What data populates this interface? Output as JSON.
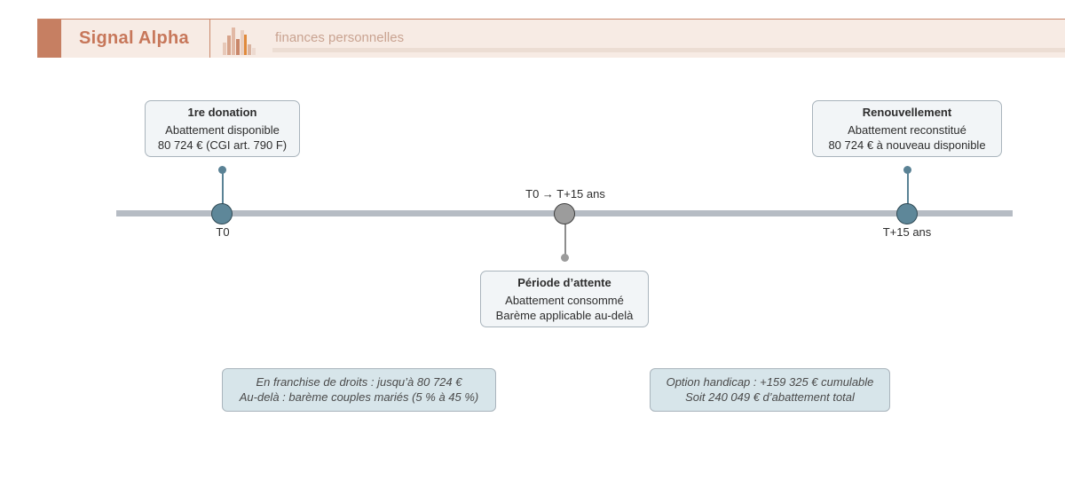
{
  "header": {
    "brand": "Signal Alpha",
    "tagline": "finances personnelles",
    "colors": {
      "banner_bg": "#f7ebe4",
      "accent": "#c67f62"
    }
  },
  "timeline": {
    "start_label": "T0",
    "middle_label": "T0 → T+15 ans",
    "end_label": "T+15 ans",
    "events": [
      {
        "title": "1re donation",
        "lines": [
          "Abattement disponible",
          "80 724 € (CGI art. 790 F)"
        ]
      },
      {
        "title": "Période d’attente",
        "lines": [
          "Abattement consommé",
          "Barème applicable au-delà"
        ]
      },
      {
        "title": "Renouvellement",
        "lines": [
          "Abattement reconstitué",
          "80 724 € à nouveau disponible"
        ]
      }
    ]
  },
  "notes": [
    {
      "lines": [
        "En franchise de droits : jusqu’à 80 724 €",
        "Au-delà : barème couples mariés (5 % à 45 %)"
      ]
    },
    {
      "lines": [
        "Option handicap : +159 325 € cumulable",
        "Soit 240 049 € d’abattement total"
      ]
    }
  ],
  "colors": {
    "node": "#5e8799",
    "node_wait": "#9c9c9c",
    "axis": "#b6bcc4",
    "card_bg": "#f2f5f7",
    "note_bg": "#d7e5ea"
  }
}
